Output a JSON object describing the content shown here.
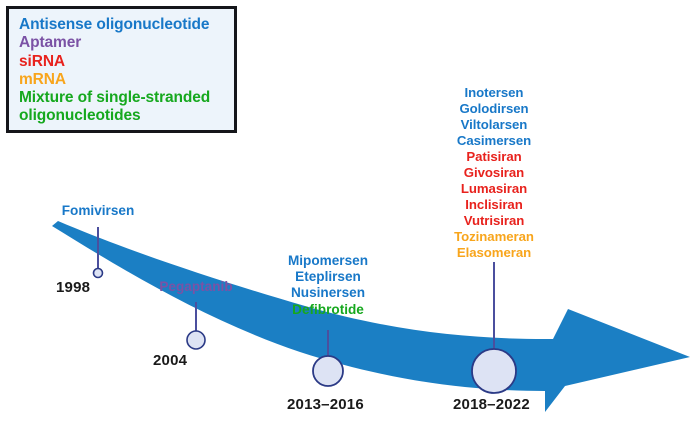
{
  "colors": {
    "antisense_blue": "#1878c8",
    "aptamer_purple": "#7b52a5",
    "sirna_red": "#e8221d",
    "mrna_orange": "#f8a51c",
    "mixture_green": "#16a81e",
    "arrow_blue": "#1b7fc4",
    "legend_bg": "#edf4fb",
    "legend_border": "#15161a",
    "connector": "#4b4f9e",
    "marker_fill": "#dde3f4",
    "marker_stroke": "#2b3a86",
    "year_text": "#1a1a1a"
  },
  "legend": {
    "name": "oligonucleotide-class-legend",
    "items": [
      {
        "label": "Antisense oligonucleotide",
        "color": "#1878c8"
      },
      {
        "label": "Aptamer",
        "color": "#7b52a5"
      },
      {
        "label": "siRNA",
        "color": "#e8221d"
      },
      {
        "label": "mRNA",
        "color": "#f8a51c"
      },
      {
        "label": "Mixture of single-stranded",
        "color": "#16a81e"
      },
      {
        "label": "oligonucleotides",
        "color": "#16a81e"
      }
    ]
  },
  "milestones": [
    {
      "id": "milestone-1998",
      "year": "1998",
      "drugs": [
        {
          "name": "Fomivirsen",
          "color": "#1878c8"
        }
      ]
    },
    {
      "id": "milestone-2004",
      "year": "2004",
      "drugs": [
        {
          "name": "Pegaptanib",
          "color": "#7b52a5"
        }
      ]
    },
    {
      "id": "milestone-2013-2016",
      "year": "2013–2016",
      "drugs": [
        {
          "name": "Mipomersen",
          "color": "#1878c8"
        },
        {
          "name": "Eteplirsen",
          "color": "#1878c8"
        },
        {
          "name": "Nusinersen",
          "color": "#1878c8"
        },
        {
          "name": "Defibrotide",
          "color": "#16a81e"
        }
      ]
    },
    {
      "id": "milestone-2018-2022",
      "year": "2018–2022",
      "drugs": [
        {
          "name": "Inotersen",
          "color": "#1878c8"
        },
        {
          "name": "Golodirsen",
          "color": "#1878c8"
        },
        {
          "name": "Viltolarsen",
          "color": "#1878c8"
        },
        {
          "name": "Casimersen",
          "color": "#1878c8"
        },
        {
          "name": "Patisiran",
          "color": "#e8221d"
        },
        {
          "name": "Givosiran",
          "color": "#e8221d"
        },
        {
          "name": "Lumasiran",
          "color": "#e8221d"
        },
        {
          "name": "Inclisiran",
          "color": "#e8221d"
        },
        {
          "name": "Vutrisiran",
          "color": "#e8221d"
        },
        {
          "name": "Tozinameran",
          "color": "#f8a51c"
        },
        {
          "name": "Elasomeran",
          "color": "#f8a51c"
        }
      ]
    }
  ]
}
